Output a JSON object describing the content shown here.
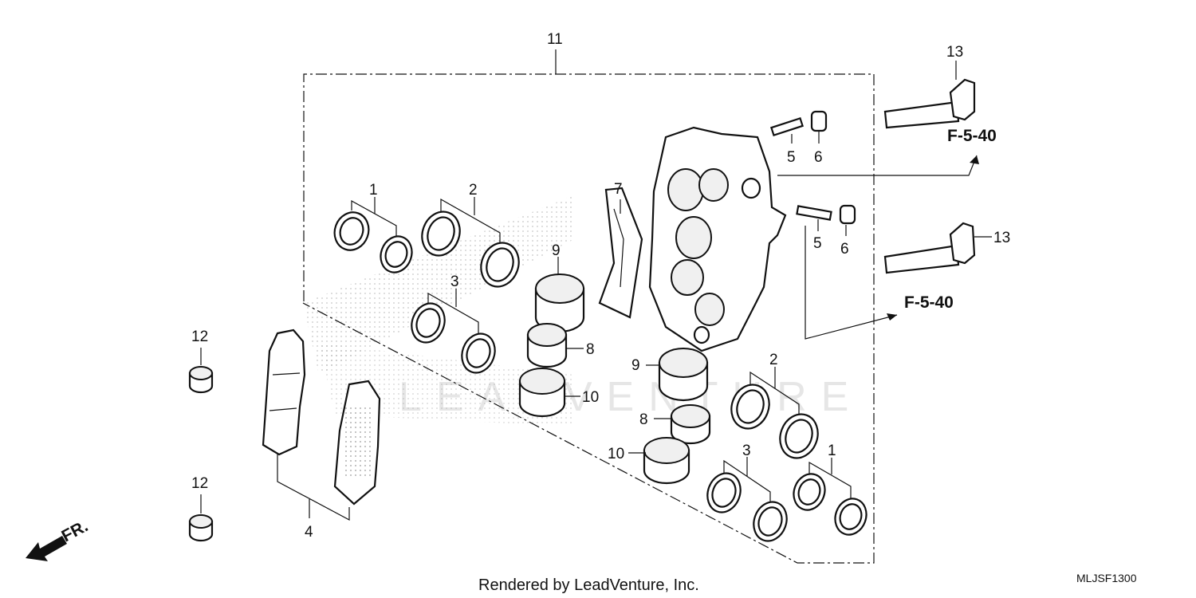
{
  "diagram": {
    "labels": {
      "p1a": "1",
      "p1b": "1",
      "p2a": "2",
      "p2b": "2",
      "p3a": "3",
      "p3b": "3",
      "p4": "4",
      "p5a": "5",
      "p5b": "5",
      "p6a": "6",
      "p6b": "6",
      "p7": "7",
      "p8a": "8",
      "p8b": "8",
      "p9a": "9",
      "p9b": "9",
      "p10a": "10",
      "p10b": "10",
      "p11": "11",
      "p12a": "12",
      "p12b": "12",
      "p13a": "13",
      "p13b": "13"
    },
    "ref_top": "F-5-40",
    "ref_bottom": "F-5-40",
    "direction_label": "FR.",
    "watermark": "LEADVENTURE"
  },
  "footer": {
    "credit": "Rendered by LeadVenture, Inc.",
    "diagram_code": "MLJSF1300"
  }
}
